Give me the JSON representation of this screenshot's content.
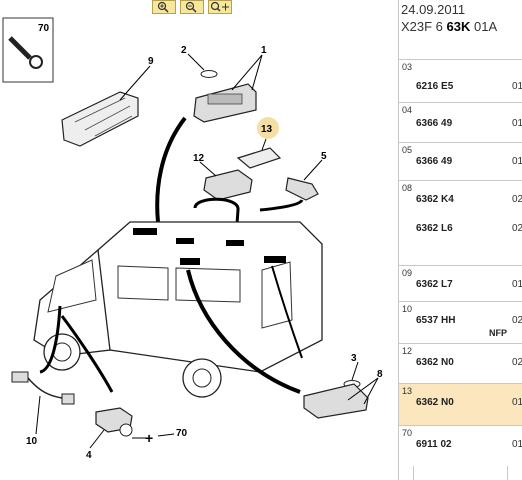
{
  "toolbar": {
    "zoom_in_icon": "zoom-in-icon",
    "zoom_out_icon": "zoom-out-icon",
    "zoom_fit_icon": "zoom-move-icon"
  },
  "header": {
    "date": "24.09.2011",
    "code_prefix": "X23F 6 ",
    "code_bold": "63K",
    "code_suffix": " 01A"
  },
  "diagram_labels": {
    "l70": "70",
    "l9": "9",
    "l2": "2",
    "l1": "1",
    "l13": "13",
    "l12": "12",
    "l5": "5",
    "l3": "3",
    "l8": "8",
    "l10": "10",
    "l4": "4",
    "l70b": "70"
  },
  "rows": [
    {
      "num": "03",
      "ref": "6216 E5",
      "qty": "01"
    },
    {
      "num": "04",
      "ref": "6366 49",
      "qty": "01"
    },
    {
      "num": "05",
      "ref": "6366 49",
      "qty": "01"
    },
    {
      "num": "08",
      "ref": "6362 K4",
      "qty": "02",
      "ref2": "6362 L6",
      "qty2": "02"
    },
    {
      "num": "09",
      "ref": "6362 L7",
      "qty": "01"
    },
    {
      "num": "10",
      "ref": "6537 HH",
      "qty": "02",
      "note": "NFP"
    },
    {
      "num": "12",
      "ref": "6362 N0",
      "qty": "02"
    },
    {
      "num": "13",
      "ref": "6362 N0",
      "qty": "01"
    },
    {
      "num": "70",
      "ref": "6911 02",
      "qty": "01"
    }
  ],
  "colors": {
    "highlight": "#fbe6bd",
    "button": "#f6e79b",
    "circle13": "#f5dfa4"
  }
}
